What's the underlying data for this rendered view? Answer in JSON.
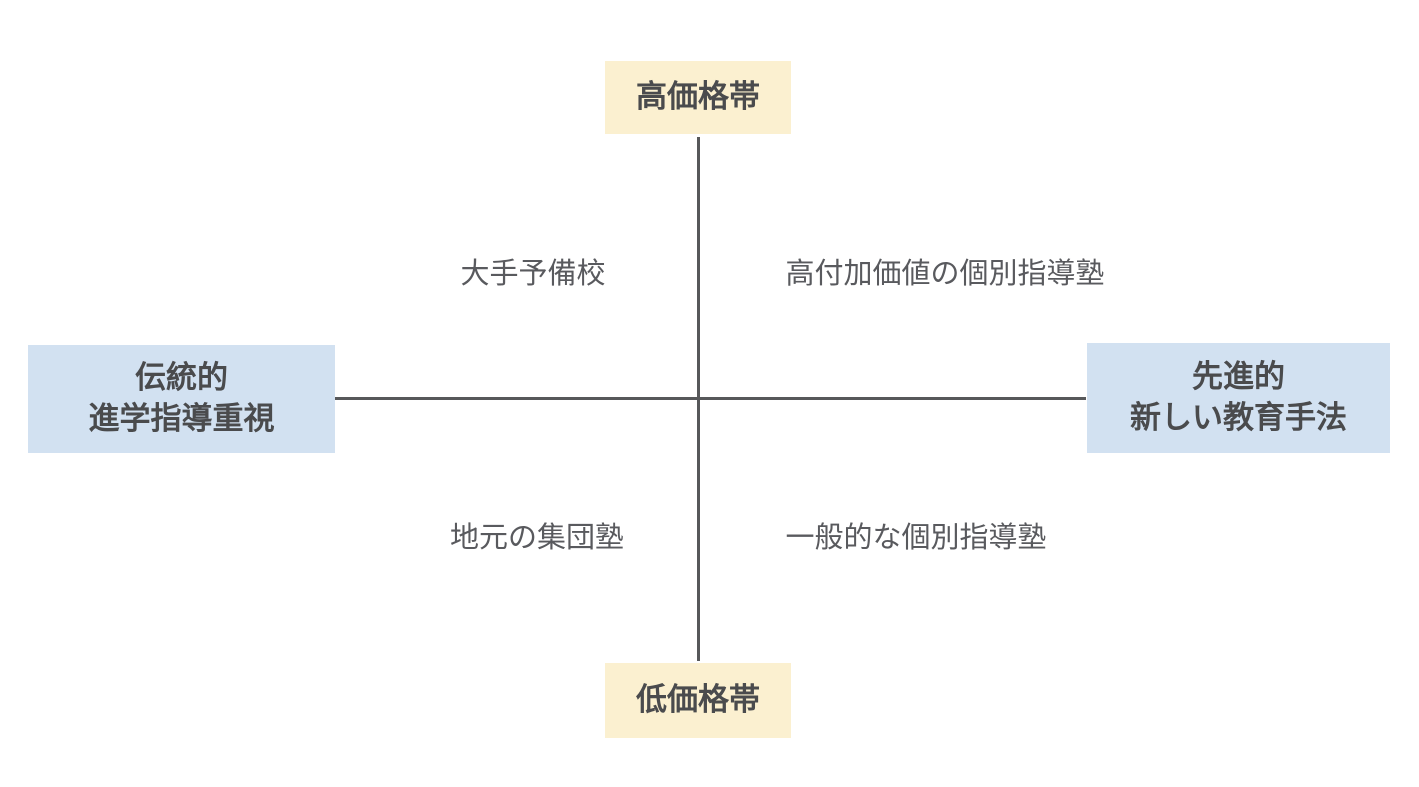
{
  "matrix": {
    "axes": {
      "top": "高価格帯",
      "bottom": "低価格帯",
      "left_line1": "伝統的",
      "left_line2": "進学指導重視",
      "right_line1": "先進的",
      "right_line2": "新しい教育手法"
    },
    "quadrants": {
      "top_left": "大手予備校",
      "top_right": "高付加価値の個別指導塾",
      "bottom_left": "地元の集団塾",
      "bottom_right": "一般的な個別指導塾"
    },
    "colors": {
      "axis_label_yellow_bg": "#fbf0d0",
      "axis_label_blue_bg": "#d2e1f1",
      "line_color": "#57585a",
      "text_dark": "#4a4b4d",
      "text_gray": "#595a5e"
    }
  }
}
